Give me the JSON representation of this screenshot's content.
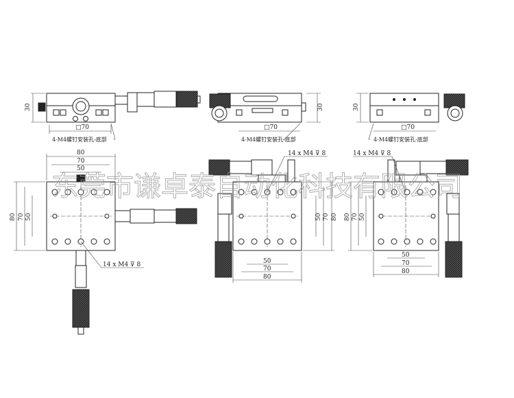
{
  "watermark": "东莞市谦卓泰自动化科技有限公司",
  "top_views": {
    "height_dim": "30",
    "square_dim": "□70",
    "mount_note": "4-M4螺钉安装孔-底部"
  },
  "plan_views": {
    "dim_80": "80",
    "dim_70": "70",
    "dim_50": "50",
    "hole_note": "14 x M4  ⊽ 8"
  }
}
